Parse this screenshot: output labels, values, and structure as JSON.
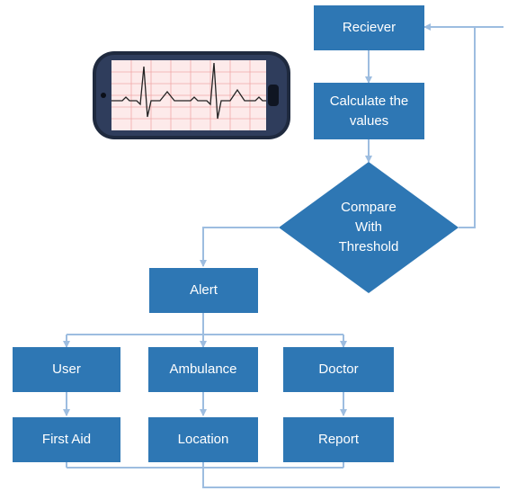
{
  "colors": {
    "box_fill": "#2e77b4",
    "connector": "#9dbde0",
    "label_text": "#ffffff"
  },
  "flow": {
    "receiver": "Reciever",
    "calculate": "Calculate the\nvalues",
    "compare": "Compare\nWith\nThreshold",
    "alert": "Alert",
    "user": "User",
    "ambulance": "Ambulance",
    "doctor": "Doctor",
    "first_aid": "First Aid",
    "location": "Location",
    "report": "Report"
  },
  "illustration": {
    "device": "smartphone-icon",
    "screen_content": "ecg-waveform"
  }
}
